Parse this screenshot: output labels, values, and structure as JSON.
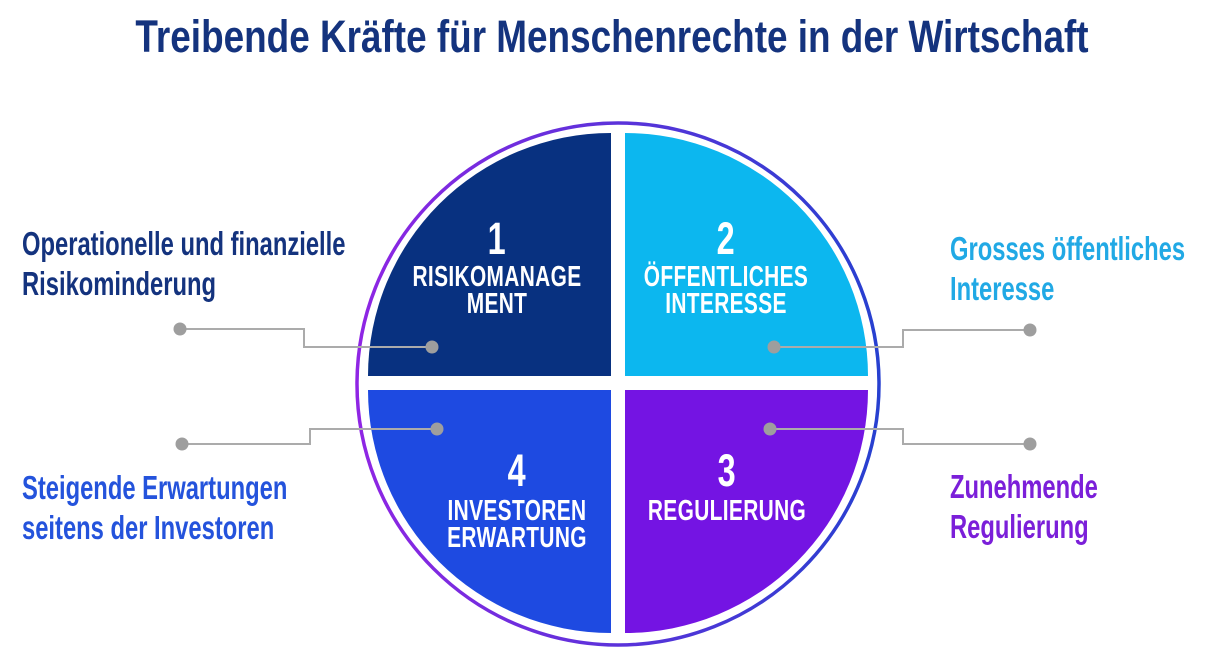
{
  "title": "Treibende Kräfte für Menschenrechte in der Wirtschaft",
  "wheel": {
    "quadrants": [
      {
        "number": "1",
        "line1": "RISIKOMANAGE",
        "line2": "MENT",
        "color": "#083180",
        "position": "top-left"
      },
      {
        "number": "2",
        "line1": "ÖFFENTLICHES",
        "line2": "INTERESSE",
        "color": "#0cb7ef",
        "position": "top-right"
      },
      {
        "number": "3",
        "line1": "REGULIERUNG",
        "color": "#7414e3",
        "position": "bottom-right"
      },
      {
        "number": "4",
        "line1": "INVESTOREN",
        "line2": "ERWARTUNG",
        "color": "#1e4ae1",
        "position": "bottom-left"
      }
    ]
  },
  "callouts": {
    "top_left": {
      "line1": "Operationelle und finanzielle",
      "line2": "Risikominderung",
      "color": "#14337e"
    },
    "top_right": {
      "line1": "Grosses öffentliches",
      "line2": "Interesse",
      "color": "#21a9e5"
    },
    "bottom_left": {
      "line1": "Steigende Erwartungen",
      "line2": "seitens der Investoren",
      "color": "#2453dc"
    },
    "bottom_right": {
      "line1": "Zunehmende",
      "line2": "Regulierung",
      "color": "#7b1fd9"
    }
  },
  "colors": {
    "title_text": "#14337e",
    "ring_gradient_left": "#8f25e4",
    "ring_gradient_right": "#2740d0",
    "connector_line": "#ababab",
    "connector_dot": "#9e9e9e",
    "background": "#ffffff"
  }
}
